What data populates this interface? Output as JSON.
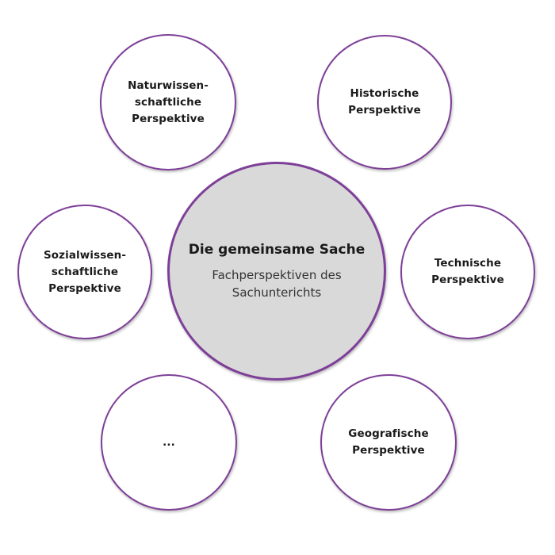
{
  "diagram": {
    "center": {
      "title": "Die gemeinsame Sache",
      "subtitle": "Fachperspektiven des\nSachunterichts"
    },
    "perspectives": {
      "natur": "Naturwissen-\nschaftliche Perspektive",
      "historisch": "Historische\nPerspektive",
      "sozial": "Sozialwissen-\nschaftliche Perspektive",
      "technisch": "Technische\nPerspektive",
      "weitere": "...",
      "geografisch": "Geografische\nPerspektive"
    },
    "colors": {
      "circle_border": "#7e3f98",
      "center_fill": "#d9d9d9",
      "outer_fill": "#ffffff"
    }
  }
}
